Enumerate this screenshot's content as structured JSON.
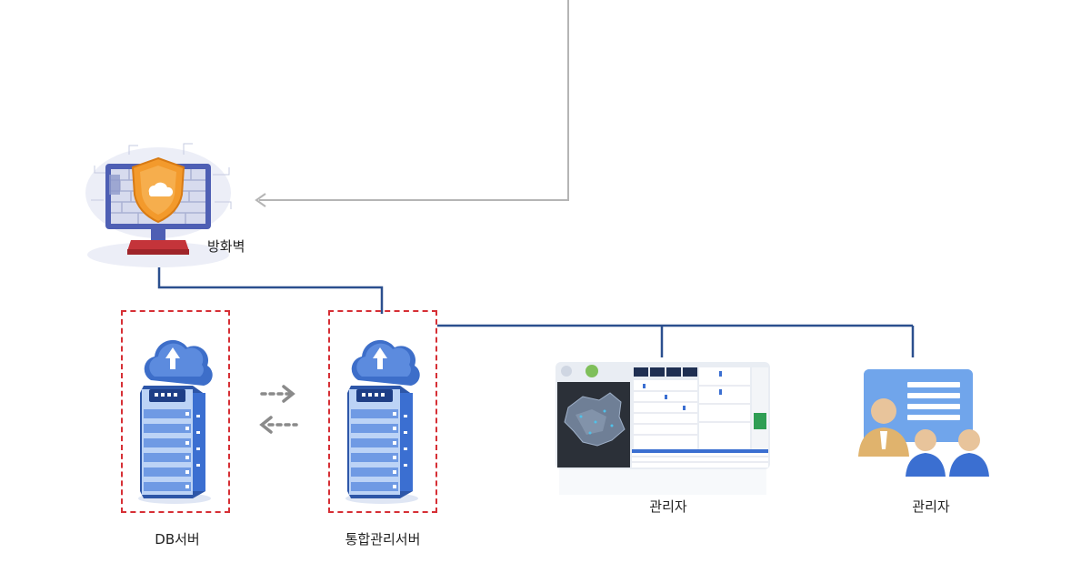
{
  "diagram": {
    "firewall": {
      "label": "방화벽",
      "icon": "firewall-shield-icon"
    },
    "db_server": {
      "label": "DB서버",
      "icon": "cloud-server-icon"
    },
    "integrated_server": {
      "label": "통합관리서버",
      "icon": "cloud-server-icon"
    },
    "admin_dashboard": {
      "label": "관리자",
      "icon": "dashboard-screenshot"
    },
    "admin_users": {
      "label": "관리자",
      "icon": "admin-users-icon"
    },
    "colors": {
      "link_line": "#2b4f8e",
      "incoming_line": "#b5b5b5",
      "dashed_box": "#d62f35",
      "server_blue": "#3b6fd1",
      "shield_orange": "#f39a2c"
    }
  }
}
